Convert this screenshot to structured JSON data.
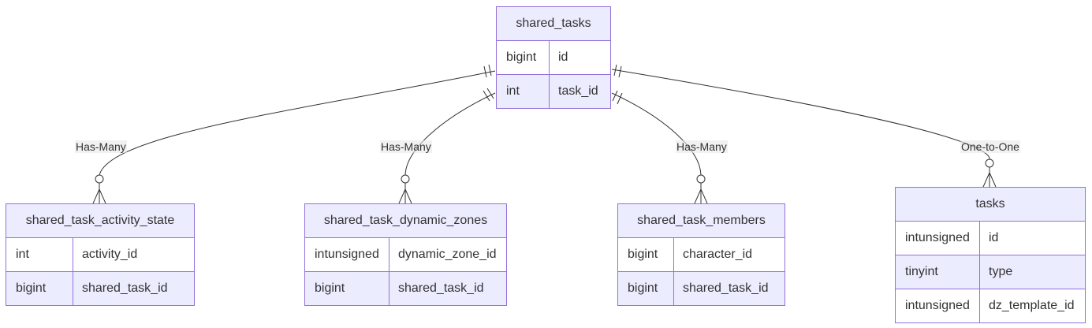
{
  "entities": {
    "shared_tasks": {
      "title": "shared_tasks",
      "rows": [
        {
          "type": "bigint",
          "name": "id"
        },
        {
          "type": "int",
          "name": "task_id"
        }
      ]
    },
    "activity_state": {
      "title": "shared_task_activity_state",
      "rows": [
        {
          "type": "int",
          "name": "activity_id"
        },
        {
          "type": "bigint",
          "name": "shared_task_id"
        }
      ]
    },
    "dynamic_zones": {
      "title": "shared_task_dynamic_zones",
      "rows": [
        {
          "type": "intunsigned",
          "name": "dynamic_zone_id"
        },
        {
          "type": "bigint",
          "name": "shared_task_id"
        }
      ]
    },
    "members": {
      "title": "shared_task_members",
      "rows": [
        {
          "type": "bigint",
          "name": "character_id"
        },
        {
          "type": "bigint",
          "name": "shared_task_id"
        }
      ]
    },
    "tasks": {
      "title": "tasks",
      "rows": [
        {
          "type": "intunsigned",
          "name": "id"
        },
        {
          "type": "tinyint",
          "name": "type"
        },
        {
          "type": "intunsigned",
          "name": "dz_template_id"
        }
      ]
    }
  },
  "relationships": [
    {
      "from": "shared_tasks",
      "to": "shared_task_activity_state",
      "label": "Has-Many",
      "cardinality_from": "exactly-one",
      "cardinality_to": "zero-or-many"
    },
    {
      "from": "shared_tasks",
      "to": "shared_task_dynamic_zones",
      "label": "Has-Many",
      "cardinality_from": "exactly-one",
      "cardinality_to": "zero-or-many"
    },
    {
      "from": "shared_tasks",
      "to": "shared_task_members",
      "label": "Has-Many",
      "cardinality_from": "exactly-one",
      "cardinality_to": "zero-or-many"
    },
    {
      "from": "shared_tasks",
      "to": "tasks",
      "label": "One-to-One",
      "cardinality_from": "exactly-one",
      "cardinality_to": "zero-or-many"
    }
  ],
  "colors": {
    "entity_border": "#9370db",
    "entity_fill": "#ececff",
    "row_alt_fill": "#ffffff",
    "line": "#333333",
    "text": "#333333"
  }
}
